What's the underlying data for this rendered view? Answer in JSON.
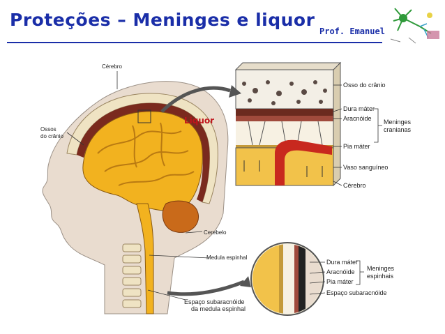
{
  "header": {
    "title": "Proteções – Meninges e liquor",
    "author": "Prof. Emanuel"
  },
  "diagram": {
    "main_labels": {
      "cerebro": "Cérebro",
      "ossos": "Ossos",
      "do_cranio": "do crânio",
      "cerebelo": "Cerebelo",
      "medula": "Medula espinhal",
      "espaco_1": "Espaço subaracnóide",
      "espaco_2": "da medula espinhal",
      "liquor": "Liquor"
    },
    "top_inset": {
      "osso": "Osso do crânio",
      "dura": "Dura máter",
      "aracnoide": "Aracnóide",
      "pia": "Pia máter",
      "vaso": "Vaso sanguíneo",
      "cerebro": "Cérebro",
      "group_1": "Meninges",
      "group_2": "cranianas"
    },
    "bottom_inset": {
      "dura": "Dura máter",
      "aracnoide": "Aracnóide",
      "pia": "Pia máter",
      "espaco": "Espaço subaracnóide",
      "group_1": "Meninges",
      "group_2": "espinhais"
    },
    "colors": {
      "title": "#1a2ea8",
      "liquor": "#c0141c",
      "brain": "#f2b21f",
      "skin": "#e9dccf",
      "meninges": "#6b2a1f"
    }
  }
}
